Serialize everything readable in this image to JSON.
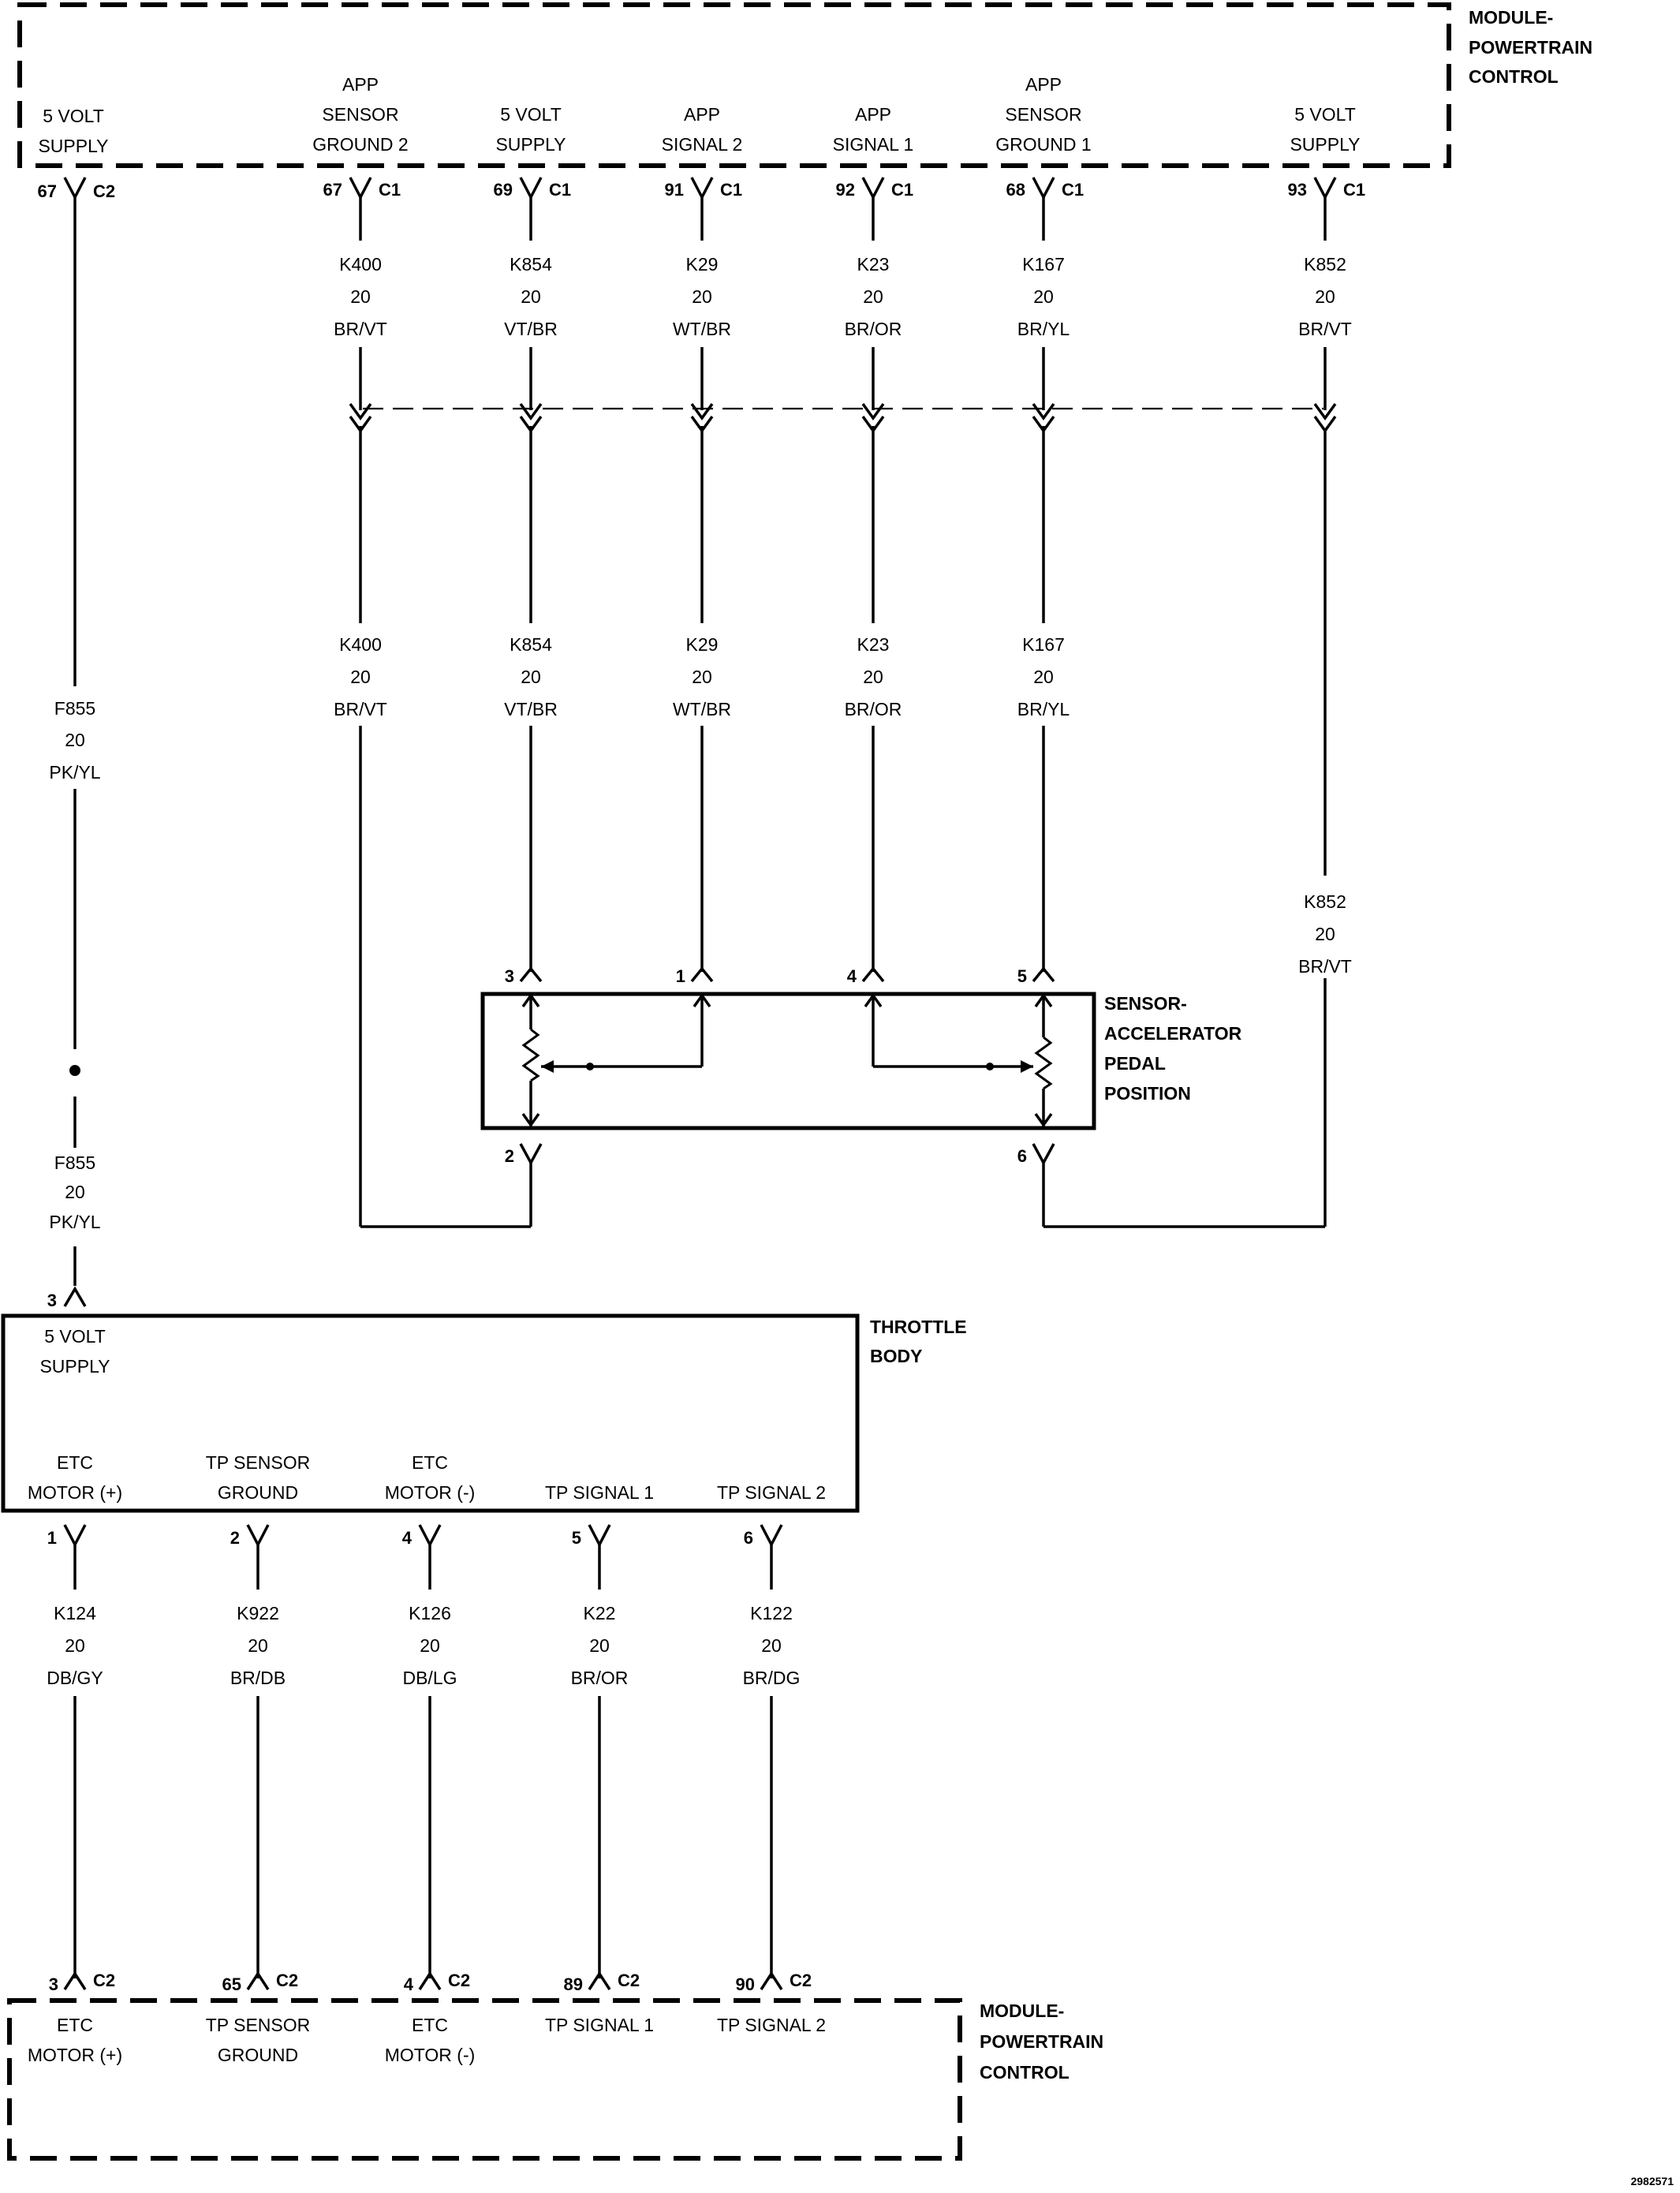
{
  "diagram_id": "2982571",
  "pcm_top": {
    "title": [
      "MODULE-",
      "POWERTRAIN",
      "CONTROL"
    ],
    "pins": [
      {
        "label": [
          "5 VOLT",
          "SUPPLY"
        ],
        "cavity": "67",
        "connector": "C2"
      },
      {
        "label": [
          "APP",
          "SENSOR",
          "GROUND 2"
        ],
        "cavity": "67",
        "connector": "C1"
      },
      {
        "label": [
          "5 VOLT",
          "SUPPLY"
        ],
        "cavity": "69",
        "connector": "C1"
      },
      {
        "label": [
          "APP",
          "SIGNAL 2"
        ],
        "cavity": "91",
        "connector": "C1"
      },
      {
        "label": [
          "APP",
          "SIGNAL 1"
        ],
        "cavity": "92",
        "connector": "C1"
      },
      {
        "label": [
          "APP",
          "SENSOR",
          "GROUND 1"
        ],
        "cavity": "68",
        "connector": "C1"
      },
      {
        "label": [
          "5 VOLT",
          "SUPPLY"
        ],
        "cavity": "93",
        "connector": "C1"
      }
    ]
  },
  "wires_upper": [
    {
      "circuit": "K400",
      "gauge": "20",
      "color": "BR/VT"
    },
    {
      "circuit": "K854",
      "gauge": "20",
      "color": "VT/BR"
    },
    {
      "circuit": "K29",
      "gauge": "20",
      "color": "WT/BR"
    },
    {
      "circuit": "K23",
      "gauge": "20",
      "color": "BR/OR"
    },
    {
      "circuit": "K167",
      "gauge": "20",
      "color": "BR/YL"
    },
    {
      "circuit": "K852",
      "gauge": "20",
      "color": "BR/VT"
    }
  ],
  "wires_mid": [
    {
      "circuit": "K400",
      "gauge": "20",
      "color": "BR/VT"
    },
    {
      "circuit": "K854",
      "gauge": "20",
      "color": "VT/BR"
    },
    {
      "circuit": "K29",
      "gauge": "20",
      "color": "WT/BR"
    },
    {
      "circuit": "K23",
      "gauge": "20",
      "color": "BR/OR"
    },
    {
      "circuit": "K167",
      "gauge": "20",
      "color": "BR/YL"
    }
  ],
  "wire_k852_lower": {
    "circuit": "K852",
    "gauge": "20",
    "color": "BR/VT"
  },
  "wire_f855_a": {
    "circuit": "F855",
    "gauge": "20",
    "color": "PK/YL"
  },
  "wire_f855_b": {
    "circuit": "F855",
    "gauge": "20",
    "color": "PK/YL"
  },
  "app_sensor": {
    "title": [
      "SENSOR-",
      "ACCELERATOR",
      "PEDAL",
      "POSITION"
    ],
    "pins_top": [
      "3",
      "1",
      "4",
      "5"
    ],
    "pins_bottom": [
      "2",
      "6"
    ]
  },
  "throttle_body": {
    "title": [
      "THROTTLE",
      "BODY"
    ],
    "supply_pin": "3",
    "supply_label": [
      "5 VOLT",
      "SUPPLY"
    ],
    "pins": [
      {
        "label": [
          "ETC",
          "MOTOR (+)"
        ],
        "cavity": "1"
      },
      {
        "label": [
          "TP SENSOR",
          "GROUND"
        ],
        "cavity": "2"
      },
      {
        "label": [
          "ETC",
          "MOTOR (-)"
        ],
        "cavity": "4"
      },
      {
        "label": [
          "",
          "TP SIGNAL 1"
        ],
        "cavity": "5"
      },
      {
        "label": [
          "",
          "TP SIGNAL 2"
        ],
        "cavity": "6"
      }
    ]
  },
  "wires_lower": [
    {
      "circuit": "K124",
      "gauge": "20",
      "color": "DB/GY"
    },
    {
      "circuit": "K922",
      "gauge": "20",
      "color": "BR/DB"
    },
    {
      "circuit": "K126",
      "gauge": "20",
      "color": "DB/LG"
    },
    {
      "circuit": "K22",
      "gauge": "20",
      "color": "BR/OR"
    },
    {
      "circuit": "K122",
      "gauge": "20",
      "color": "BR/DG"
    }
  ],
  "pcm_bottom": {
    "title": [
      "MODULE-",
      "POWERTRAIN",
      "CONTROL"
    ],
    "pins": [
      {
        "label": [
          "ETC",
          "MOTOR (+)"
        ],
        "cavity": "3",
        "connector": "C2"
      },
      {
        "label": [
          "TP SENSOR",
          "GROUND"
        ],
        "cavity": "65",
        "connector": "C2"
      },
      {
        "label": [
          "ETC",
          "MOTOR (-)"
        ],
        "cavity": "4",
        "connector": "C2"
      },
      {
        "label": [
          "TP SIGNAL 1"
        ],
        "cavity": "89",
        "connector": "C2"
      },
      {
        "label": [
          "TP SIGNAL 2"
        ],
        "cavity": "90",
        "connector": "C2"
      }
    ]
  }
}
